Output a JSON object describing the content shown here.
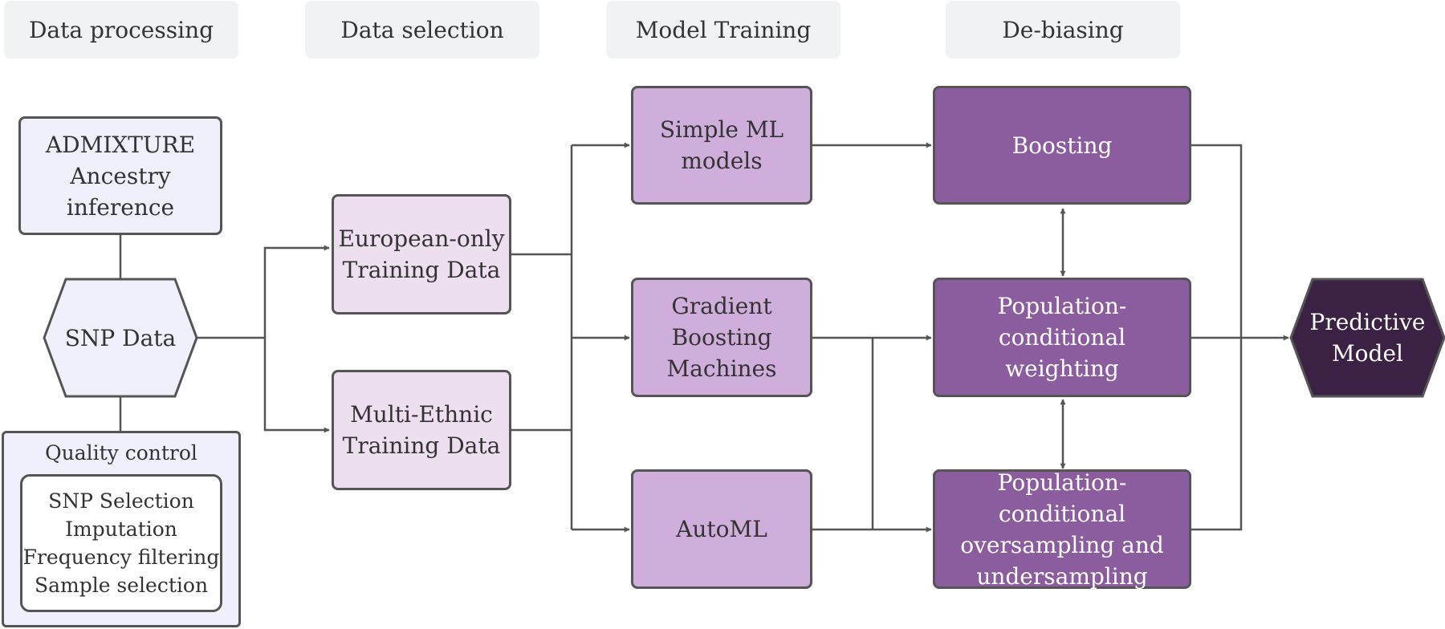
{
  "stages": {
    "processing": "Data processing",
    "selection": "Data selection",
    "training": "Model Training",
    "debiasing": "De-biasing"
  },
  "nodes": {
    "admixture": [
      "ADMIXTURE",
      "Ancestry",
      "inference"
    ],
    "snp_data": [
      "SNP Data"
    ],
    "quality_control": {
      "title": "Quality control",
      "steps": [
        "SNP Selection",
        "Imputation",
        "Frequency filtering",
        "Sample selection"
      ]
    },
    "european_only": [
      "European-only",
      "Training Data"
    ],
    "multi_ethnic": [
      "Multi-Ethnic",
      "Training Data"
    ],
    "simple_ml": [
      "Simple ML",
      "models"
    ],
    "gbm": [
      "Gradient",
      "Boosting",
      "Machines"
    ],
    "automl": [
      "AutoML"
    ],
    "boosting": [
      "Boosting"
    ],
    "pc_weighting": [
      "Population-conditional",
      "weighting"
    ],
    "pc_sampling": [
      "Population-conditional",
      "oversampling and",
      "undersampling"
    ],
    "predictive_model": [
      "Predictive",
      "Model"
    ]
  },
  "colors": {
    "stage_bg": "#f1f2f4",
    "input_fill": "#f0f0fc",
    "data_fill": "#eddef0",
    "model_fill": "#cfaedb",
    "debias_fill": "#8b5d9e",
    "output_fill": "#3b2244",
    "edge": "#555555"
  }
}
